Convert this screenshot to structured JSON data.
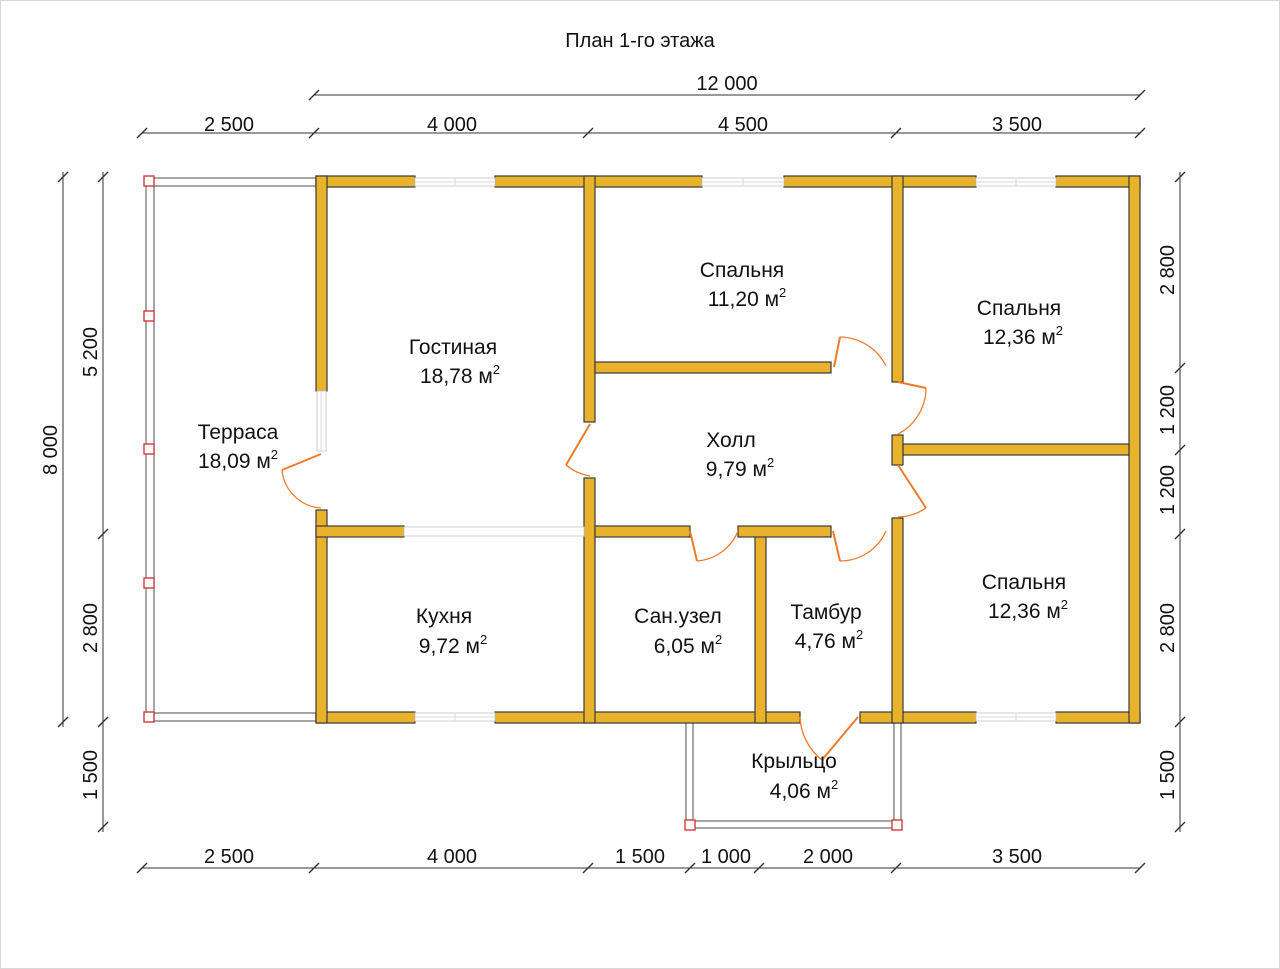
{
  "title": "План 1-го этажа",
  "dimensions": {
    "overall_top": "12 000",
    "top": [
      "2 500",
      "4 000",
      "4 500",
      "3 500"
    ],
    "bottom": [
      "2 500",
      "4 000",
      "1 500",
      "1 000",
      "2 000",
      "3 500"
    ],
    "left_overall": "8 000",
    "left": [
      "5 200",
      "2 800",
      "1 500"
    ],
    "right": [
      "2 800",
      "1 200",
      "1 200",
      "2 800",
      "1 500"
    ]
  },
  "rooms": {
    "terrace": {
      "name": "Терраса",
      "area": "18,09 м",
      "unit_sup": "2"
    },
    "living": {
      "name": "Гостиная",
      "area": "18,78 м",
      "unit_sup": "2"
    },
    "bedroom_top": {
      "name": "Спальня",
      "area": "11,20 м",
      "unit_sup": "2"
    },
    "bedroom_right_top": {
      "name": "Спальня",
      "area": "12,36 м",
      "unit_sup": "2"
    },
    "hall": {
      "name": "Холл",
      "area": "9,79 м",
      "unit_sup": "2"
    },
    "kitchen": {
      "name": "Кухня",
      "area": "9,72 м",
      "unit_sup": "2"
    },
    "bathroom": {
      "name": "Сан.узел",
      "area": "6,05 м",
      "unit_sup": "2"
    },
    "vestibule": {
      "name": "Тамбур",
      "area": "4,76 м",
      "unit_sup": "2"
    },
    "bedroom_right_bottom": {
      "name": "Спальня",
      "area": "12,36 м",
      "unit_sup": "2"
    },
    "porch": {
      "name": "Крыльцо",
      "area": "4,06 м",
      "unit_sup": "2"
    }
  },
  "colors": {
    "wall": "#e8b22a",
    "door": "#f07a2a",
    "post": "#d43a3a"
  }
}
